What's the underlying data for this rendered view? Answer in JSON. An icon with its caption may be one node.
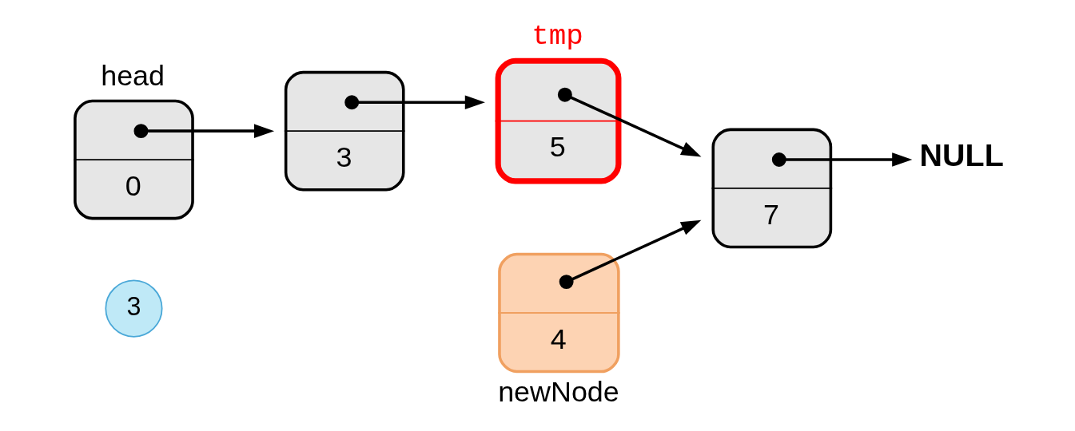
{
  "diagram": {
    "nodes": [
      {
        "text": [
          "3"
        ]
      },
      {
        "text": [
          "0"
        ],
        "beside": [
          "head"
        ]
      },
      {
        "text": [
          "3"
        ]
      },
      {
        "text": [
          "5"
        ],
        "beside": [
          "tmp"
        ]
      },
      {
        "text": [
          "7"
        ]
      },
      {
        "text": [
          "NULL"
        ]
      },
      {
        "text": [
          "4"
        ],
        "beside": [
          "newNode"
        ]
      }
    ],
    "edges": [
      {
        "from": 1,
        "to": 2,
        "arrow": "to"
      },
      {
        "from": 2,
        "to": 3,
        "arrow": "to"
      },
      {
        "from": 3,
        "to": 4,
        "arrow": "to"
      },
      {
        "from": 4,
        "to": 5,
        "arrow": "to"
      },
      {
        "from": 6,
        "to": 4,
        "arrow": "to"
      }
    ]
  }
}
